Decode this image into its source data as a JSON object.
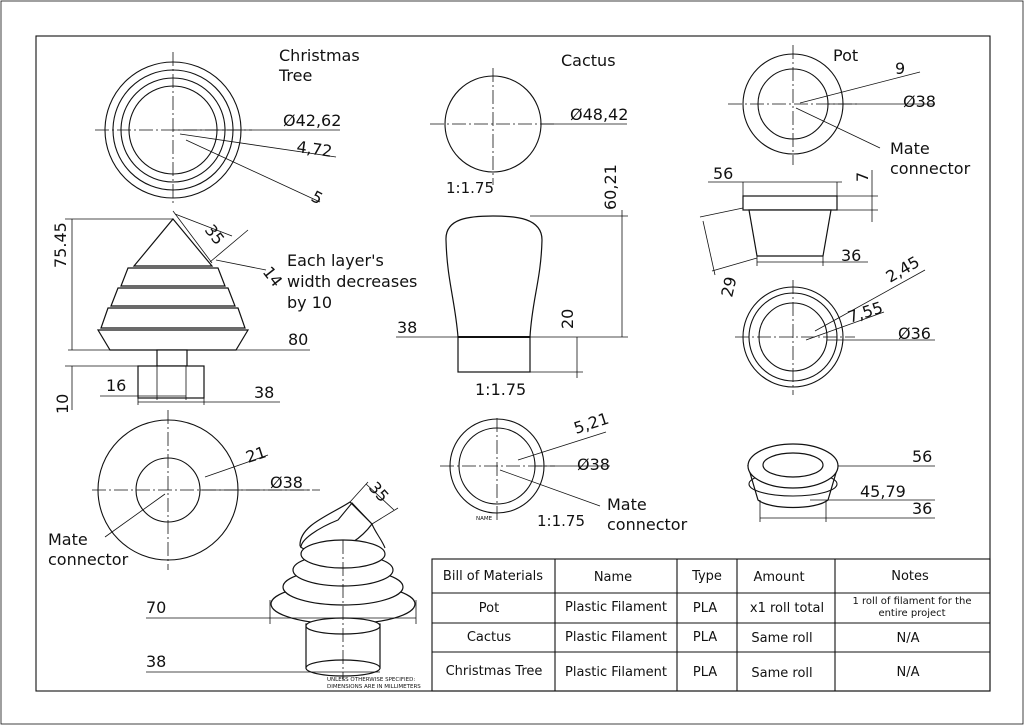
{
  "views": {
    "tree_title": [
      "Christmas",
      "Tree"
    ],
    "cactus_title": "Cactus",
    "pot_title": "Pot"
  },
  "dims": {
    "tree_d1": "Ø42,62",
    "tree_d2": "4,72",
    "tree_d3": "5",
    "tree_height": "75.45",
    "tree_35": "35",
    "tree_14": "14",
    "tree_80": "80",
    "tree_16": "16",
    "tree_38": "38",
    "tree_10": "10",
    "tree_bot_21": "21",
    "tree_bot_38": "Ø38",
    "iso_35": "35",
    "iso_70": "70",
    "iso_38": "38",
    "cactus_d": "Ø48,42",
    "cactus_6021": "60,21",
    "cactus_20": "20",
    "cactus_38": "38",
    "cactus_bot_521": "5,21",
    "cactus_bot_38": "Ø38",
    "pot_9": "9",
    "pot_38": "Ø38",
    "pot_56": "56",
    "pot_7": "7",
    "pot_36": "36",
    "pot_29": "29",
    "pot_245": "2,45",
    "pot_755": "7,55",
    "pot_36b": "Ø36",
    "pot_iso_56": "56",
    "pot_iso_4579": "45,79",
    "pot_iso_36": "36"
  },
  "notes": {
    "layer_note": [
      "Each layer's",
      "width decreases",
      "by 10"
    ],
    "mate_tree": [
      "Mate",
      "connector"
    ],
    "mate_cactus": [
      "Mate",
      "connector"
    ],
    "mate_pot": [
      "Mate",
      "connector"
    ],
    "scale_1": "1:1.75",
    "scale_2": "1:1.75",
    "scale_3": "1:1.75",
    "tiny_name": "NAME",
    "tolerance": [
      "UNLESS OTHERWISE SPECIFIED:",
      "DIMENSIONS ARE IN MILLIMETERS"
    ]
  },
  "bom": {
    "headers": [
      "Bill of Materials",
      "Name",
      "Type",
      "Amount",
      "Notes"
    ],
    "rows": [
      [
        "Pot",
        "Plastic Filament",
        "PLA",
        "x1 roll total",
        "1 roll of filament for the entire project"
      ],
      [
        "Cactus",
        "Plastic Filament",
        "PLA",
        "Same roll",
        "N/A"
      ],
      [
        "Christmas Tree",
        "Plastic Filament",
        "PLA",
        "Same roll",
        "N/A"
      ]
    ],
    "note_lines": [
      "1 roll of filament for the",
      "entire project"
    ]
  }
}
